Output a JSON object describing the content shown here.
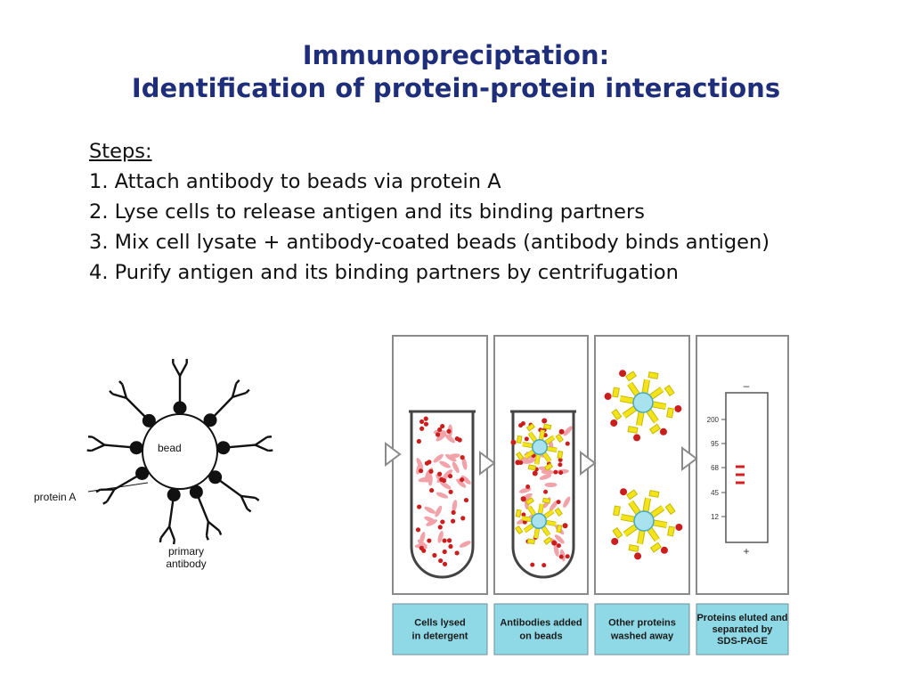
{
  "title": {
    "line1": "Immunopreciptation:",
    "line2": "Identification of protein-protein interactions"
  },
  "steps": {
    "heading": "Steps:",
    "items": [
      "1. Attach antibody to beads via protein A",
      "2. Lyse cells to release antigen and its binding partners",
      "3. Mix cell lysate + antibody-coated beads (antibody binds antigen)",
      "4. Purify antigen and its binding partners by centrifugation"
    ]
  },
  "bead_diagram": {
    "bead_label": "bead",
    "protein_a_label": "protein A",
    "antibody_label_1": "primary",
    "antibody_label_2": "antibody"
  },
  "panels": {
    "captions": [
      [
        "Cells lysed",
        "in detergent"
      ],
      [
        "Antibodies added",
        "on beads"
      ],
      [
        "Other proteins",
        "washed away"
      ],
      [
        "Proteins eluted and",
        "separated by",
        "SDS-PAGE"
      ]
    ],
    "gel": {
      "minus": "–",
      "plus": "+",
      "markers": [
        "200",
        "95",
        "68",
        "45",
        "12"
      ]
    }
  },
  "colors": {
    "title": "#1f2e7a",
    "caption_bg": "#8fd9e6",
    "cell": "#f2a2a9",
    "dot": "#cc1d1d",
    "antibody": "#f2e419",
    "bead": "#a7e2ee"
  }
}
